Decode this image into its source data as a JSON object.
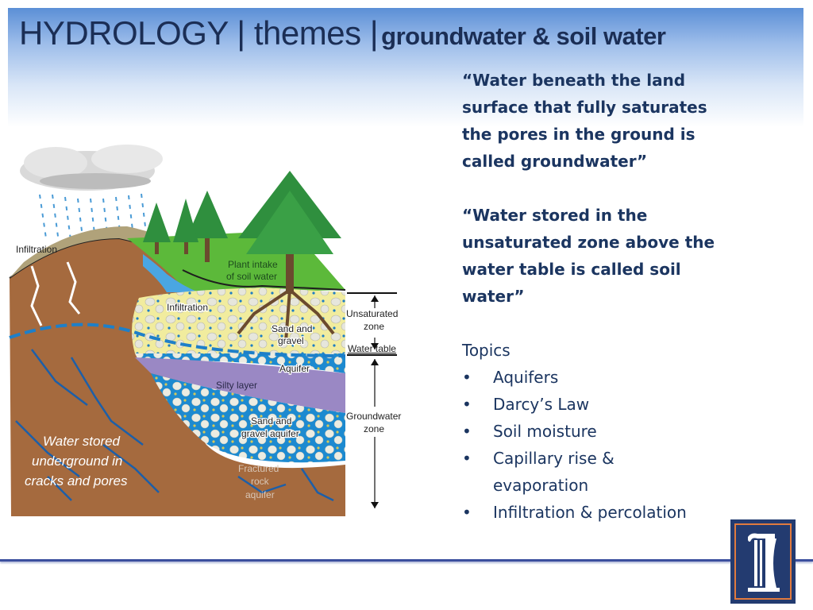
{
  "header": {
    "title_main": "HYDROLOGY | themes |",
    "title_sub": "groundwater & soil water"
  },
  "quotes": [
    {
      "lines": [
        "“Water beneath the land",
        "surface that fully saturates",
        "the pores in the ground is",
        "called groundwater”"
      ]
    },
    {
      "lines": [
        "“Water stored in the",
        "unsaturated zone above the",
        "water table is called soil",
        "water”"
      ]
    }
  ],
  "topics": {
    "heading": "Topics",
    "bullet": "•",
    "items": [
      "Aquifers",
      "Darcy’s Law",
      "Soil moisture",
      "Capillary rise & evaporation",
      "Infiltration & percolation"
    ]
  },
  "diagram": {
    "labels": {
      "infiltration_left": "Infiltration",
      "plant_intake_1": "Plant intake",
      "plant_intake_2": "of soil water",
      "infiltration_mid": "Infiltration",
      "sand_gravel_1": "Sand and",
      "sand_gravel_2": "gravel",
      "unsaturated_1": "Unsaturated",
      "unsaturated_2": "zone",
      "water_table": "Water table",
      "aquifer": "Aquifer",
      "silty_layer": "Silty layer",
      "sg_aquifer_1": "Sand and",
      "sg_aquifer_2": "gravel aquifer",
      "groundwater_1": "Groundwater",
      "groundwater_2": "zone",
      "fractured_1": "Fractured",
      "fractured_2": "rock",
      "fractured_3": "aquifer",
      "stored_1": "Water stored",
      "stored_2": "underground in",
      "stored_3": "cracks and pores"
    }
  },
  "colors": {
    "title_text": "#1b2e55",
    "body_text": "#1b3560",
    "rule_line": "#3b4f9e",
    "logo_blue": "#233b70",
    "logo_orange": "#e07a3e"
  }
}
